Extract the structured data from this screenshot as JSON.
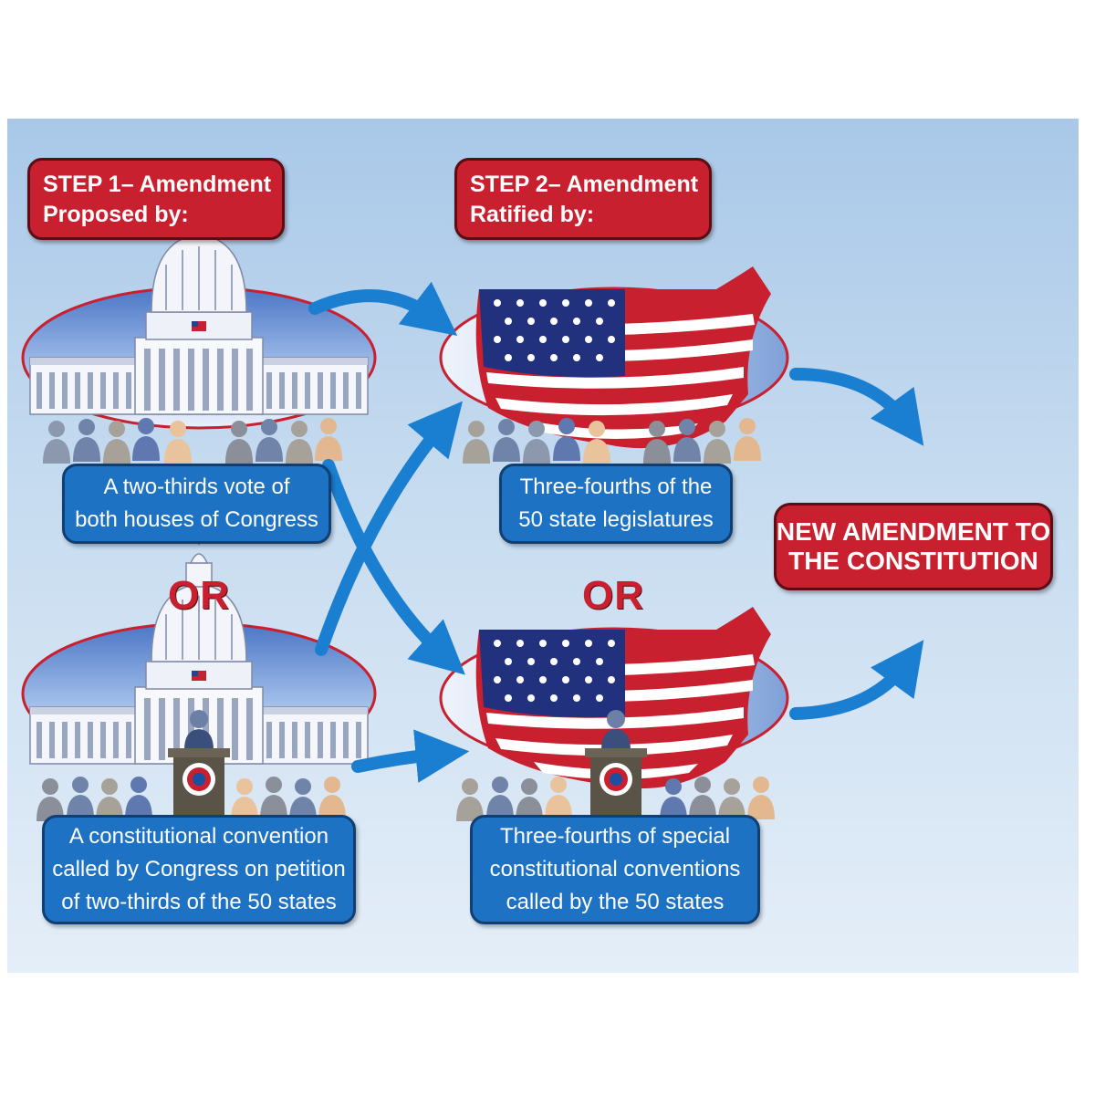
{
  "step1": {
    "line1": "STEP 1– Amendment",
    "line2": "Proposed by:"
  },
  "step2": {
    "line1": "STEP 2– Amendment",
    "line2": "Ratified by:"
  },
  "proposal_congress": {
    "lines": [
      "A two-thirds vote of",
      "both houses of Congress"
    ]
  },
  "proposal_convention": {
    "lines": [
      "A constitutional convention",
      "called by Congress on petition",
      "of two-thirds of the 50 states"
    ]
  },
  "ratify_legislatures": {
    "lines": [
      "Three-fourths of the",
      "50 state legislatures"
    ]
  },
  "ratify_conventions": {
    "lines": [
      "Three-fourths of special",
      "constitutional conventions",
      "called by the 50 states"
    ]
  },
  "or_left": "OR",
  "or_right": "OR",
  "final": {
    "lines": [
      "NEW AMENDMENT TO",
      "THE CONSTITUTION"
    ]
  },
  "colors": {
    "red": "#c8202f",
    "blue": "#1d72c4",
    "arrow": "#1b7fd1",
    "sky": "#b6d1ec"
  },
  "icons": [
    "capitol-icon",
    "us-flag-map-icon",
    "crowd-icon",
    "podium-icon",
    "arrow-icon"
  ]
}
